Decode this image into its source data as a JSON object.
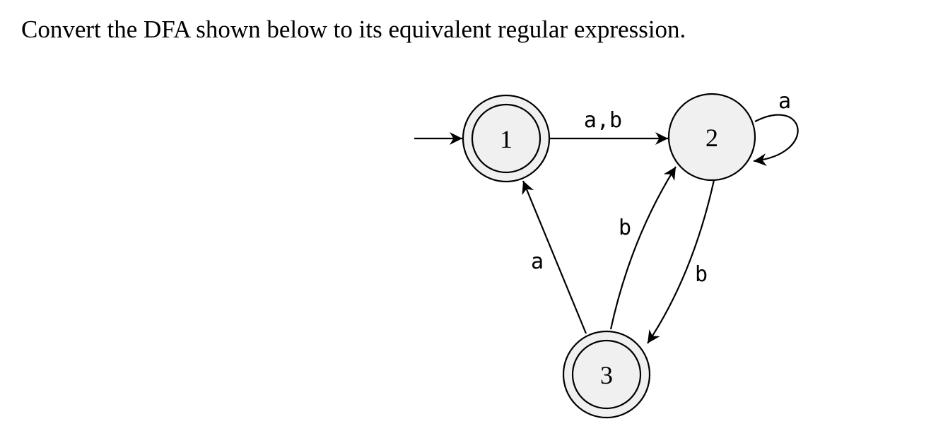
{
  "question": "Convert the DFA shown below to its equivalent regular expression.",
  "dfa": {
    "start_state": "1",
    "states": [
      {
        "id": "1",
        "label": "1",
        "accepting": true
      },
      {
        "id": "2",
        "label": "2",
        "accepting": false
      },
      {
        "id": "3",
        "label": "3",
        "accepting": true
      }
    ],
    "transitions": [
      {
        "from": "1",
        "to": "2",
        "label": "a,b"
      },
      {
        "from": "2",
        "to": "2",
        "label": "a"
      },
      {
        "from": "2",
        "to": "3",
        "label": "b"
      },
      {
        "from": "3",
        "to": "2",
        "label": "b"
      },
      {
        "from": "3",
        "to": "1",
        "label": "a"
      }
    ],
    "colors": {
      "state_fill": "#f0f0f0",
      "stroke": "#000000"
    }
  }
}
